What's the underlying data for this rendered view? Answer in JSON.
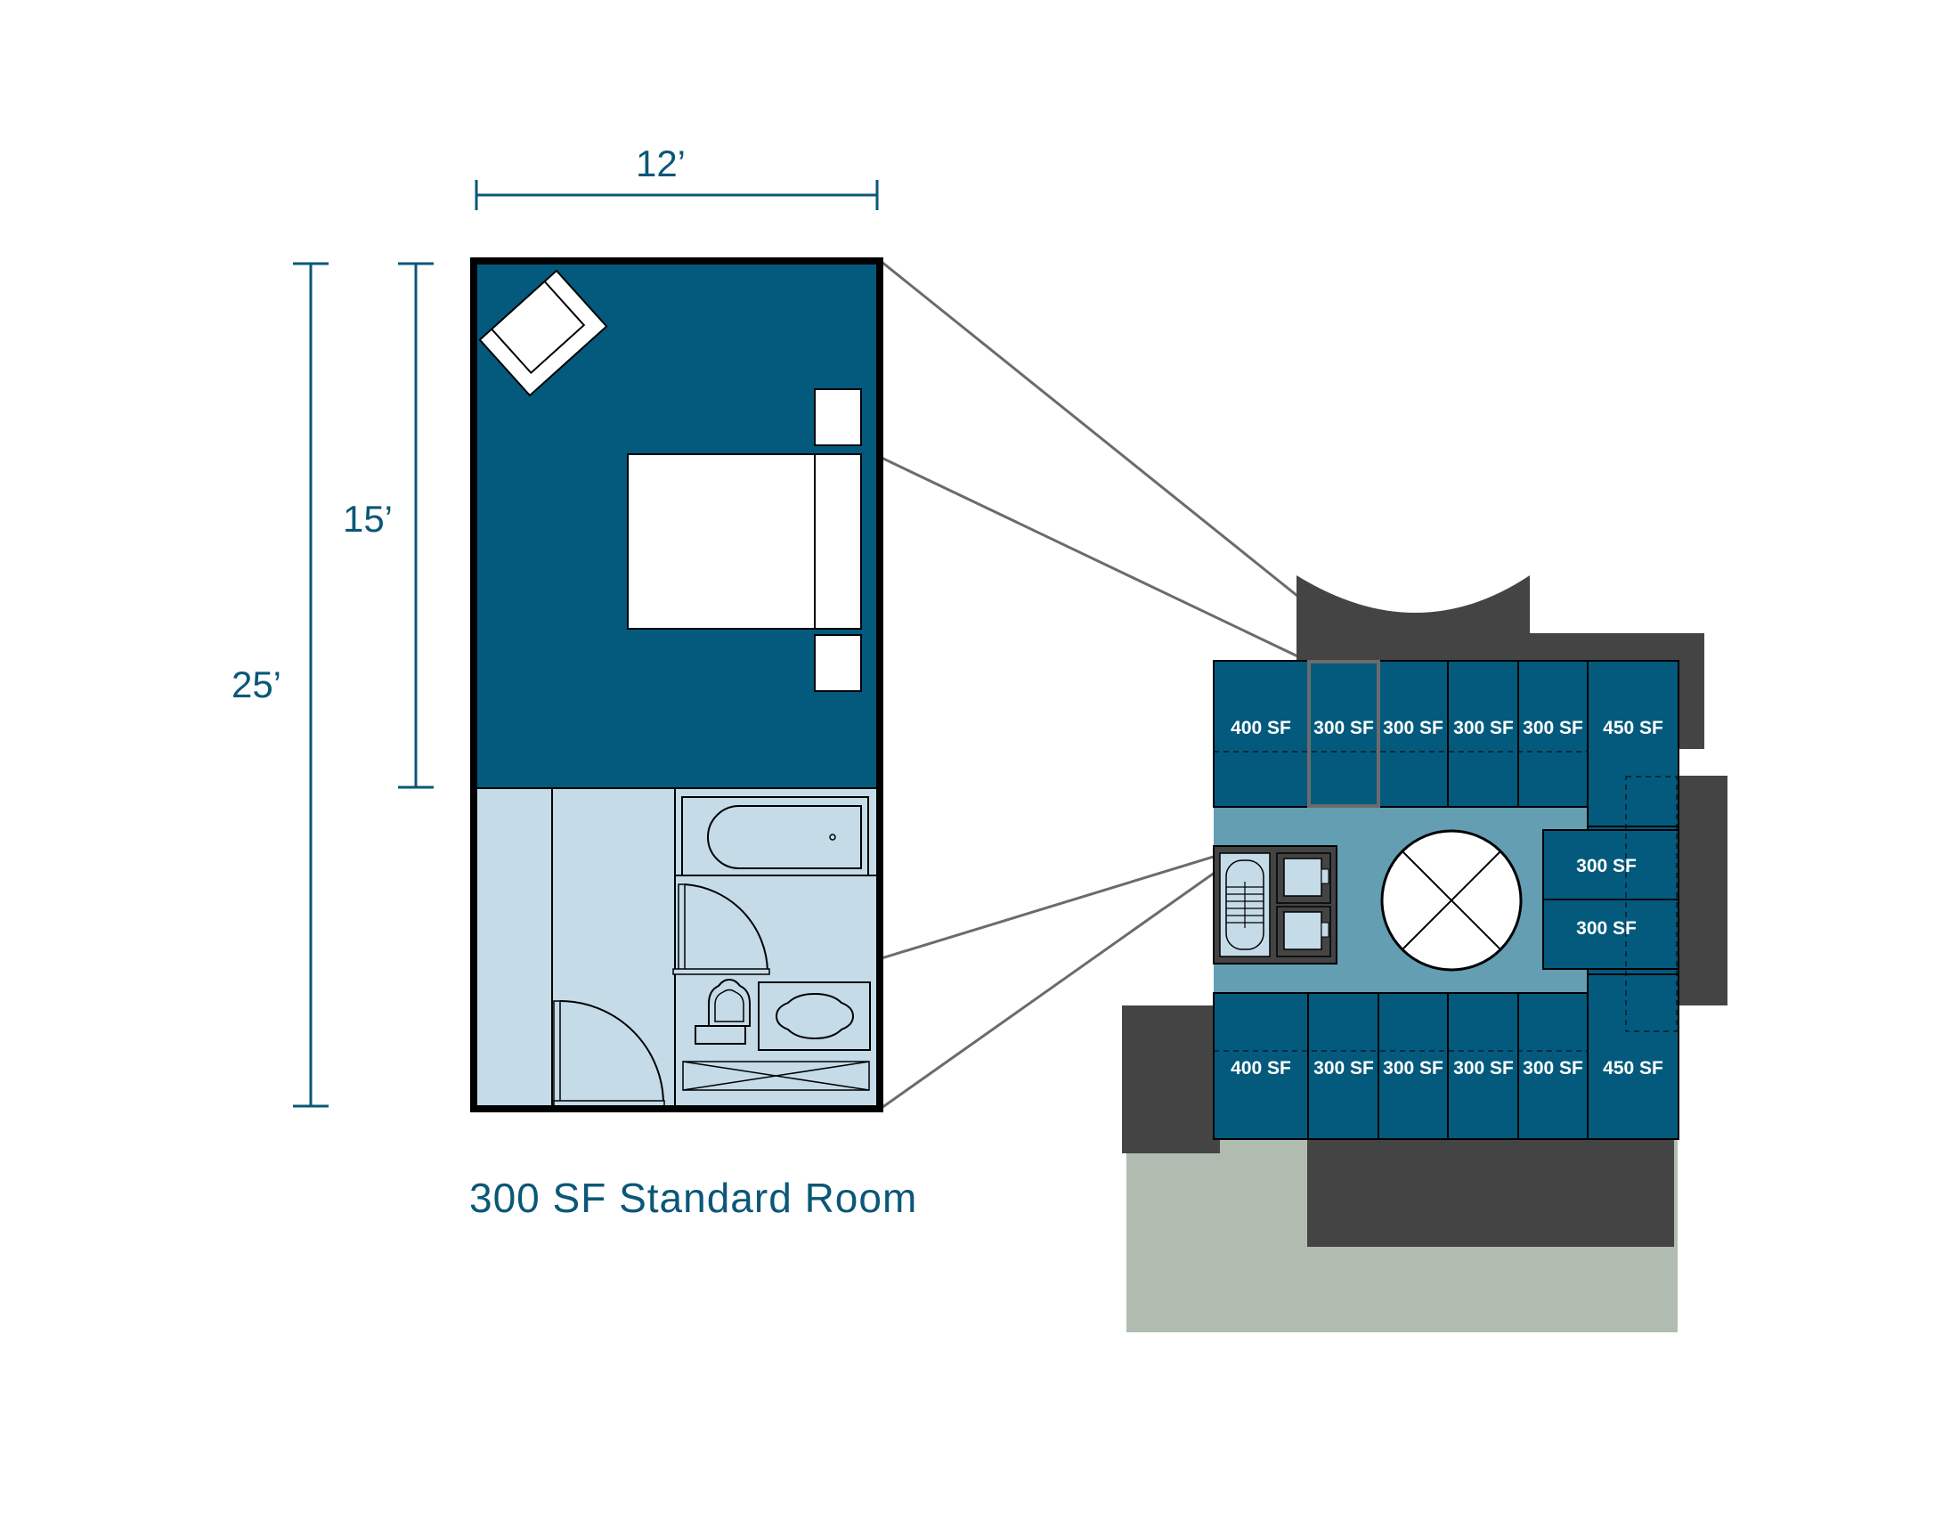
{
  "dimensions": {
    "width": "12’",
    "depth_bedroom": "15’",
    "depth_total": "25’"
  },
  "caption": "300 SF Standard Room",
  "floor_plan": {
    "top_units": [
      "400 SF",
      "300 SF",
      "300 SF",
      "300 SF",
      "300 SF",
      "450 SF"
    ],
    "bottom_units": [
      "400 SF",
      "300 SF",
      "300 SF",
      "300 SF",
      "300 SF",
      "450 SF"
    ],
    "side_units": [
      "300 SF",
      "300 SF"
    ]
  },
  "colors": {
    "room_dark": "#045a7d",
    "bath_light": "#c5dbe8",
    "corridor": "#639eb3",
    "building_dark": "#444444",
    "ground": "#b1bcb1",
    "dimension_line": "#0b5777",
    "callout_line": "#6b6b6b"
  }
}
